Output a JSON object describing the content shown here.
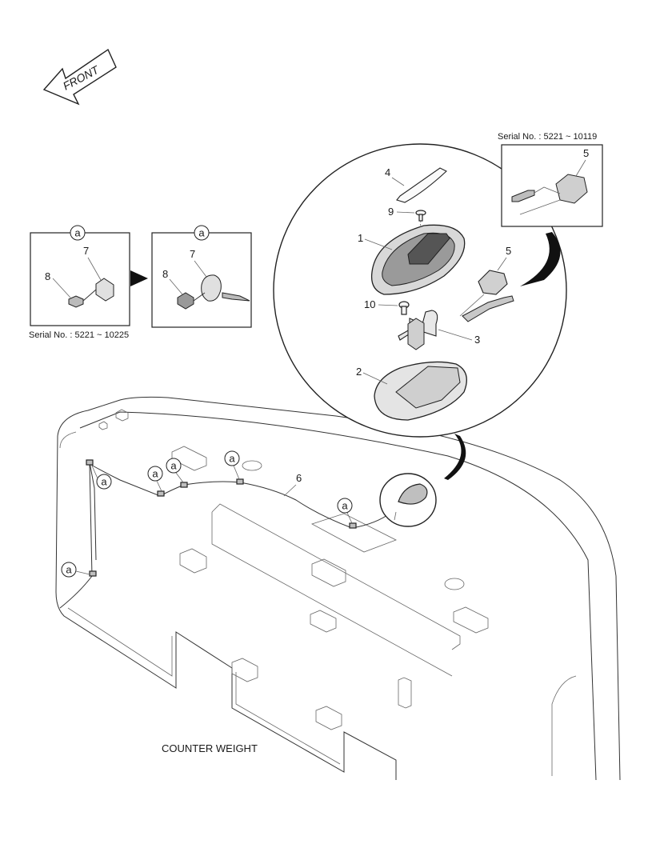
{
  "front_arrow": {
    "label": "FRONT"
  },
  "callout_letter": "a",
  "serial_notes": {
    "top_right": "Serial No. : 5221 ~ 10119",
    "left": "Serial No. : 5221 ~ 10225"
  },
  "part_numbers": {
    "p1": "1",
    "p2": "2",
    "p3": "3",
    "p4": "4",
    "p5": "5",
    "p5b": "5",
    "p6": "6",
    "p7": "7",
    "p7b": "7",
    "p8": "8",
    "p8b": "8",
    "p9": "9",
    "p10": "10"
  },
  "counter_weight_label": "COUNTER WEIGHT"
}
